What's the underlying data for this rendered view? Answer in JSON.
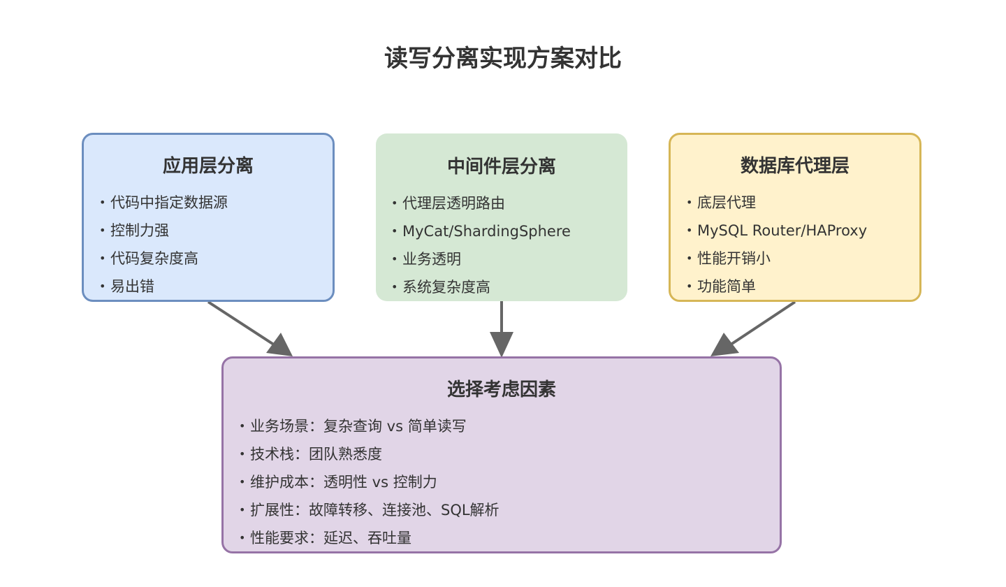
{
  "title": "读写分离实现方案对比",
  "colors": {
    "app_fill": "#dae8fc",
    "app_stroke": "#6c8ebf",
    "mid_fill": "#d5e8d4",
    "db_fill": "#fff2cc",
    "db_stroke": "#d6b656",
    "factors_fill": "#e1d5e7",
    "factors_stroke": "#9673a6",
    "arrow": "#666666",
    "text": "#333333"
  },
  "boxes": {
    "app": {
      "heading": "应用层分离",
      "items": [
        "代码中指定数据源",
        "控制力强",
        "代码复杂度高",
        "易出错"
      ]
    },
    "middleware": {
      "heading": "中间件层分离",
      "items": [
        "代理层透明路由",
        "MyCat/ShardingSphere",
        "业务透明",
        "系统复杂度高"
      ]
    },
    "db_proxy": {
      "heading": "数据库代理层",
      "items": [
        "底层代理",
        "MySQL Router/HAProxy",
        "性能开销小",
        "功能简单"
      ]
    },
    "factors": {
      "heading": "选择考虑因素",
      "items": [
        "业务场景：复杂查询 vs 简单读写",
        "技术栈：团队熟悉度",
        "维护成本：透明性 vs 控制力",
        "扩展性：故障转移、连接池、SQL解析",
        "性能要求：延迟、吞吐量"
      ]
    }
  },
  "bullet": "•"
}
